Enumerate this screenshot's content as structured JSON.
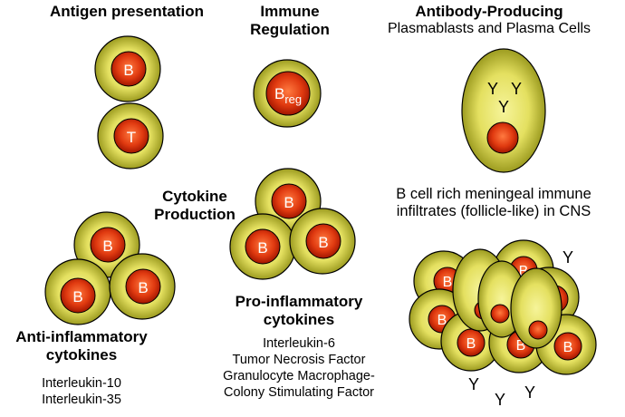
{
  "colors": {
    "outer_light": "#f2f08a",
    "outer_dark": "#8a8a10",
    "nucleus_light": "#ff7a40",
    "nucleus_dark": "#b01800",
    "outline": "#000000"
  },
  "panels": {
    "antigen": {
      "title": "Antigen presentation",
      "cell_b_label": "B",
      "cell_t_label": "T"
    },
    "regulation": {
      "title_line1": "Immune",
      "title_line2": "Regulation",
      "breg_label": "B",
      "breg_sub": "reg"
    },
    "antibody": {
      "title_bold": "Antibody-Producing",
      "title_regular": "Plasmablasts and Plasma Cells",
      "y_symbol": "Y"
    },
    "cytokine": {
      "title_line1": "Cytokine",
      "title_line2": "Production",
      "cell_label": "B"
    },
    "anti_inflammatory": {
      "title_line1": "Anti-inflammatory",
      "title_line2": "cytokines",
      "items": [
        "Interleukin-10",
        "Interleukin-35"
      ]
    },
    "pro_inflammatory": {
      "title_line1": "Pro-inflammatory",
      "title_line2": "cytokines",
      "items": [
        "Interleukin-6",
        "Tumor Necrosis Factor",
        "Granulocyte Macrophage-",
        "Colony Stimulating Factor"
      ]
    },
    "meningeal": {
      "title_line1": "B cell rich meningeal immune",
      "title_line2": "infiltrates (follicle-like) in CNS",
      "y_symbol": "Y"
    }
  }
}
